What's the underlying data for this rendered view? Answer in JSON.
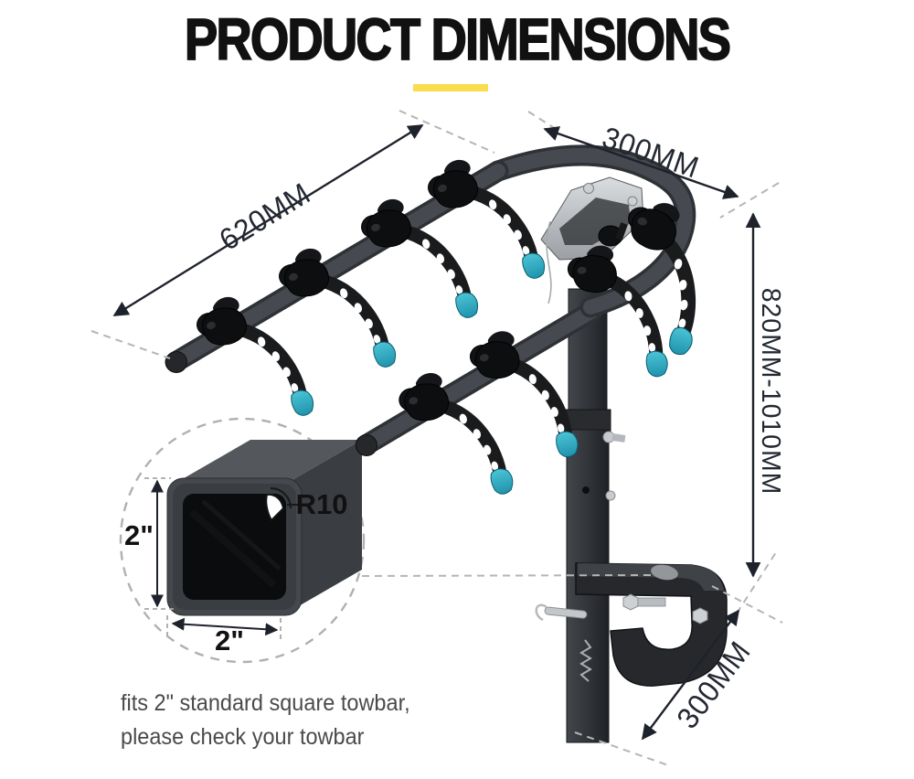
{
  "header": {
    "title": "PRODUCT DIMENSIONS"
  },
  "accent": {
    "underline_color": "#FBDC4D",
    "strap_tip_color": "#2EA7BF"
  },
  "dimensions": {
    "arm_length": "620MM",
    "top_width": "300MM",
    "height_range": "820MM-1010MM",
    "rear_extension": "300MM"
  },
  "inset": {
    "height_label": "2\"",
    "width_label": "2\"",
    "corner_radius_label": "R10"
  },
  "note": {
    "line1": "fits 2\" standard square towbar,",
    "line2": "please check your towbar"
  }
}
